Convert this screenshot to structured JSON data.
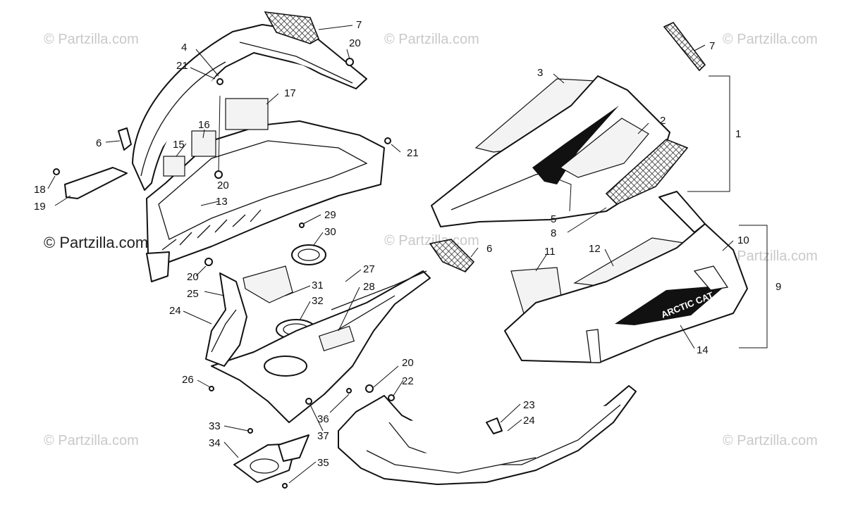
{
  "watermark": "© Partzilla.com",
  "brand_text": "ARCTIC CAT",
  "callouts": [
    "1",
    "2",
    "3",
    "4",
    "5",
    "6",
    "6",
    "7",
    "7",
    "8",
    "9",
    "10",
    "11",
    "12",
    "13",
    "14",
    "15",
    "16",
    "17",
    "18",
    "19",
    "20",
    "20",
    "20",
    "20",
    "21",
    "21",
    "22",
    "23",
    "24",
    "24",
    "25",
    "26",
    "27",
    "28",
    "29",
    "30",
    "31",
    "32",
    "33",
    "34",
    "35",
    "36",
    "37"
  ]
}
